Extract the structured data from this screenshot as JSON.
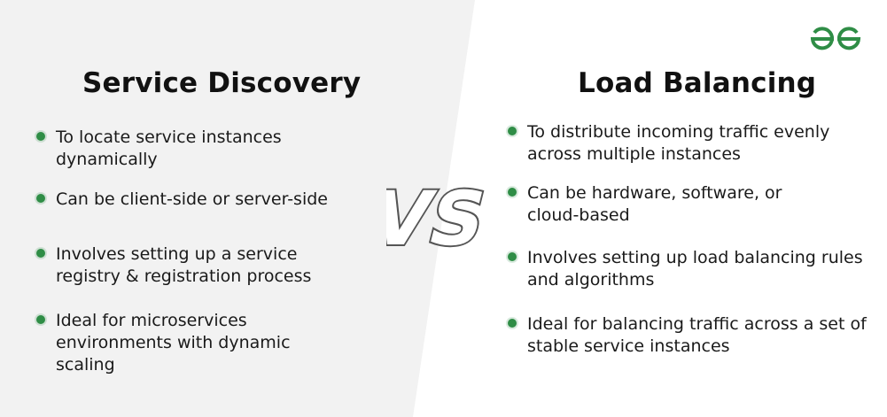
{
  "colors": {
    "accent_green": "#2f8d46",
    "left_panel": "#f2f2f2",
    "text": "#111111"
  },
  "logo": {
    "icon": "geeksforgeeks-logo-icon"
  },
  "left": {
    "title": "Service Discovery",
    "items": [
      "To locate service instances dynamically",
      "Can be client-side or server-side",
      "Involves setting up a service registry & registration process",
      "Ideal for microservices environments with dynamic scaling"
    ]
  },
  "vs": {
    "label": "VS"
  },
  "right": {
    "title": "Load Balancing",
    "items": [
      "To distribute incoming traffic evenly across multiple instances",
      "Can be hardware, software, or cloud-based",
      "Involves setting up load balancing rules and algorithms",
      "Ideal for balancing traffic across a set of stable service instances"
    ]
  }
}
